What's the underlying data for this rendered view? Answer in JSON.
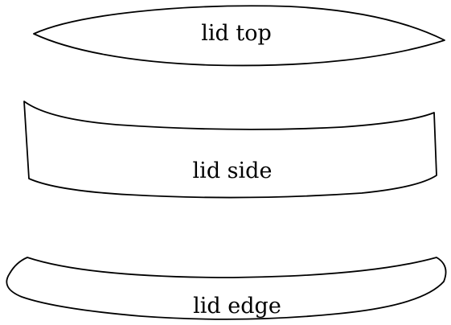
{
  "pieces": {
    "top": {
      "label": "lid top"
    },
    "side": {
      "label": "lid side"
    },
    "edge": {
      "label": "lid edge"
    }
  },
  "colors": {
    "background": "#ffffff",
    "outline": "#000000",
    "text": "#000000"
  }
}
